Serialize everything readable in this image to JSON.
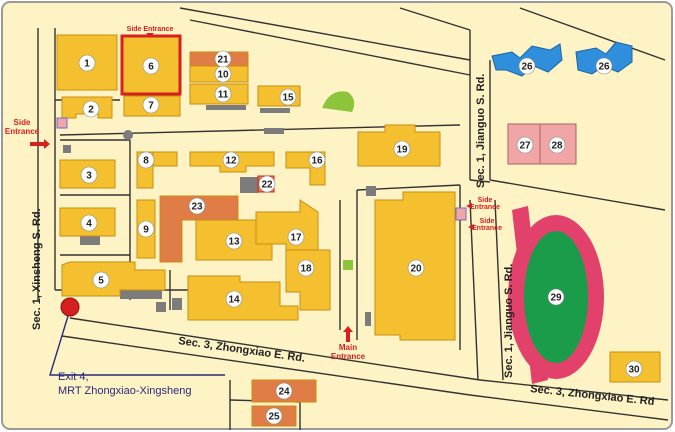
{
  "colors": {
    "background": "#fdf3c4",
    "building": "#f5c030",
    "building_outline": "#c98d10",
    "library": "#e07c45",
    "dorm": "#2f8fdc",
    "pink": "#f0a6a6",
    "track": "#e2416b",
    "field": "#1a9c4a",
    "grey": "#7c7c7c",
    "green_patch": "#8cc43c",
    "road_line": "#333333",
    "entrance": "#d62020",
    "mrt": "#2a2a7a"
  },
  "roads": {
    "xinsheng": "Sec. 1, Xinsheng S. Rd.",
    "jianguo_upper": "Sec. 1, Jianguo S. Rd.",
    "jianguo_lower": "Sec. 1, Jianguo S. Rd.",
    "zhongxiao_mid": "Sec. 3, Zhongxiao E. Rd.",
    "zhongxiao_right": "Sec. 3, Zhongxiao E. Rd"
  },
  "entrances": {
    "top": "Side Entrance",
    "left_line1": "Side",
    "left_line2": "Entrance",
    "main_line1": "Main",
    "main_line2": "Entrance",
    "right1_line1": "Side",
    "right1_line2": "Entrance",
    "right2_line1": "Side",
    "right2_line2": "Entrance"
  },
  "mrt": {
    "line1": "Exit 4,",
    "line2": "MRT Zhongxiao-Xingsheng"
  },
  "buildings": [
    {
      "label": "1"
    },
    {
      "label": "2"
    },
    {
      "label": "3"
    },
    {
      "label": "4"
    },
    {
      "label": "5"
    },
    {
      "label": "6"
    },
    {
      "label": "7"
    },
    {
      "label": "8"
    },
    {
      "label": "9"
    },
    {
      "label": "10"
    },
    {
      "label": "11"
    },
    {
      "label": "12"
    },
    {
      "label": "13"
    },
    {
      "label": "14"
    },
    {
      "label": "15"
    },
    {
      "label": "16"
    },
    {
      "label": "17"
    },
    {
      "label": "18"
    },
    {
      "label": "19"
    },
    {
      "label": "20"
    },
    {
      "label": "21"
    },
    {
      "label": "22"
    },
    {
      "label": "23"
    },
    {
      "label": "24"
    },
    {
      "label": "25"
    },
    {
      "label": "26"
    },
    {
      "label": "26"
    },
    {
      "label": "27"
    },
    {
      "label": "28"
    },
    {
      "label": "29"
    },
    {
      "label": "30"
    }
  ]
}
